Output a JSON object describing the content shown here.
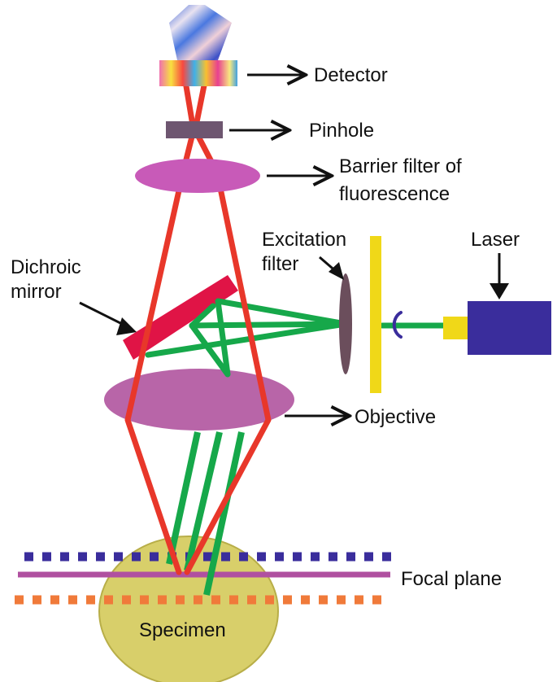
{
  "labels": {
    "detector": "Detector",
    "pinhole": "Pinhole",
    "barrier_filter_line1": "Barrier filter of",
    "barrier_filter_line2": "fluorescence",
    "excitation_filter_line1": "Excitation",
    "excitation_filter_line2": "filter",
    "laser": "Laser",
    "dichroic_mirror_line1": "Dichroic",
    "dichroic_mirror_line2": "mirror",
    "objective": "Objective",
    "focal_plane": "Focal plane",
    "specimen": "Specimen"
  },
  "colors": {
    "emission_light": "#e8372a",
    "excitation_light": "#16a84a",
    "dichroic_mirror": "#e01446",
    "lens": "#c85ab8",
    "objective": "#b865a8",
    "pinhole": "#6e5670",
    "excitation_filter": "#6b4e5c",
    "barrier_plate": "#f0d818",
    "laser": "#3a2d9c",
    "specimen": "#d8cf6a",
    "focal_plane_line": "#b050a0",
    "upper_dotted_line": "#3a2d9c",
    "lower_dotted_line": "#f07a3a"
  }
}
